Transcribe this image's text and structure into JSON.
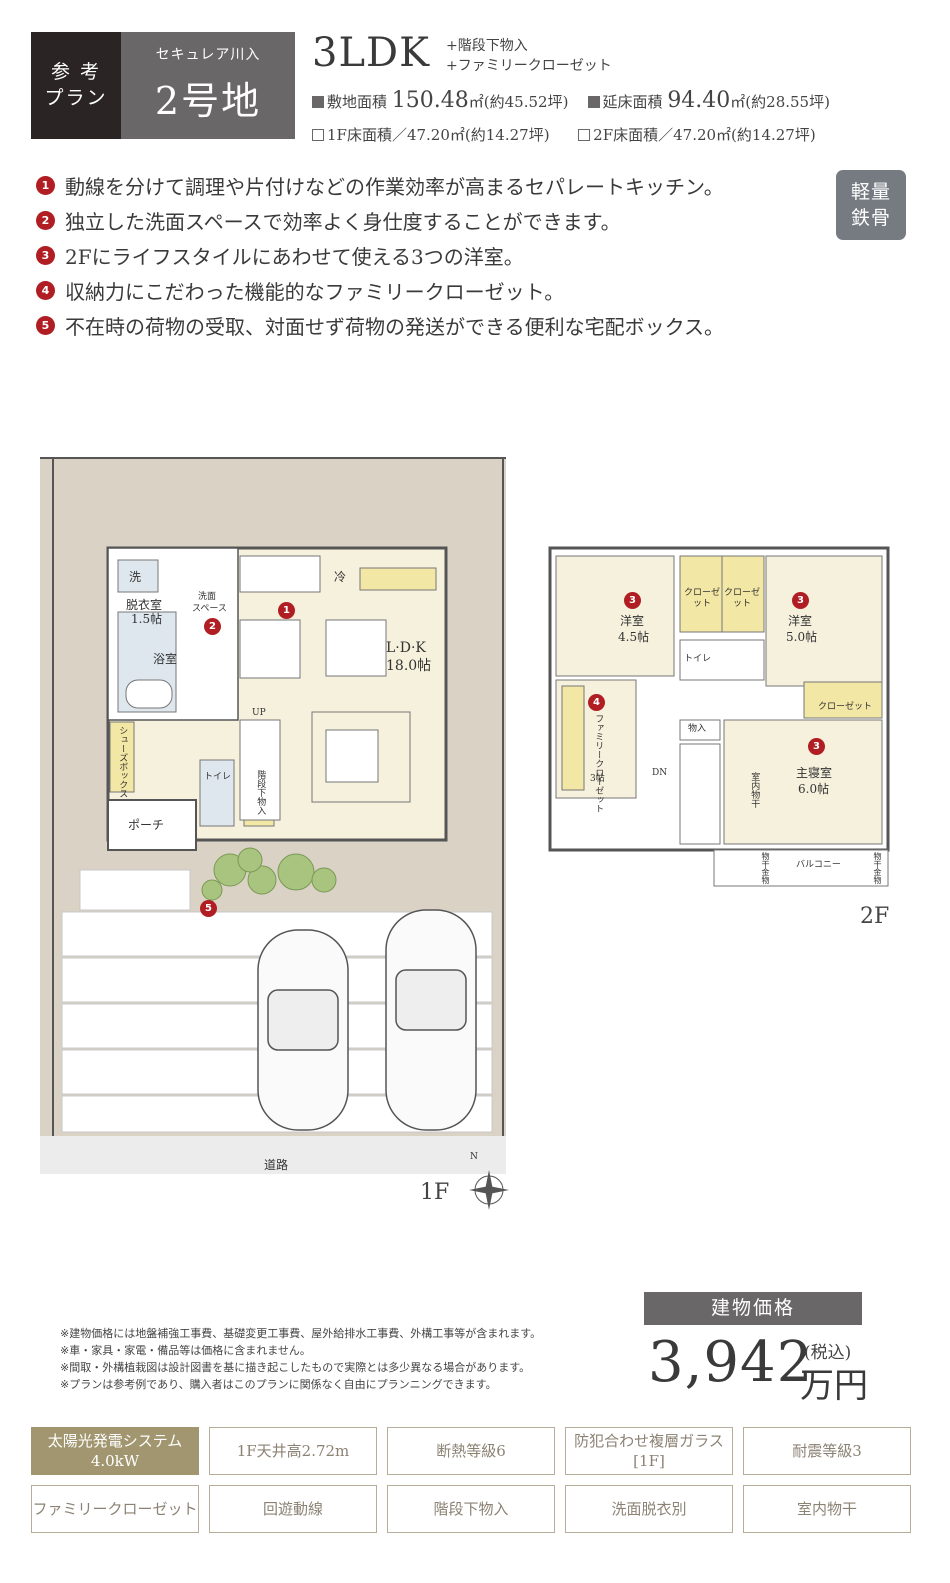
{
  "header": {
    "ref_label_line1": "参 考",
    "ref_label_line2": "プラン",
    "series": "セキュレア川入",
    "lot": "2号地",
    "plan_type": "3LDK",
    "plan_extras": [
      "+階段下物入",
      "+ファミリークローゼット"
    ],
    "site_area_label": "敷地面積",
    "site_area_value": "150.48",
    "site_area_unit": "㎡(約45.52坪)",
    "floor_area_label": "延床面積",
    "floor_area_value": "94.40",
    "floor_area_unit": "㎡(約28.55坪)",
    "floor1_area": "1F床面積／47.20㎡(約14.27坪)",
    "floor2_area": "2F床面積／47.20㎡(約14.27坪)"
  },
  "badge": {
    "line1": "軽量",
    "line2": "鉄骨"
  },
  "features": [
    {
      "num": "1",
      "text": "動線を分けて調理や片付けなどの作業効率が高まるセパレートキッチン。"
    },
    {
      "num": "2",
      "text": "独立した洗面スペースで効率よく身仕度することができます。"
    },
    {
      "num": "3",
      "text": "2Fにライフスタイルにあわせて使える3つの洋室。"
    },
    {
      "num": "4",
      "text": "収納力にこだわった機能的なファミリークローゼット。"
    },
    {
      "num": "5",
      "text": "不在時の荷物の受取、対面せず荷物の発送ができる便利な宅配ボックス。"
    }
  ],
  "plan1f": {
    "floor_label": "1F",
    "road": "道路",
    "north": "N",
    "rooms": {
      "wash_machine": "洗",
      "dressing": "脱衣室",
      "dressing_size": "1.5帖",
      "washroom_line1": "洗面",
      "washroom_line2": "スペース",
      "bath": "浴室",
      "fridge": "冷",
      "ldk": "L·D·K",
      "ldk_size": "18.0帖",
      "up": "UP",
      "shoes": "シューズボックス",
      "toilet": "トイレ",
      "under_stairs": "階段下物入",
      "porch": "ポーチ"
    },
    "marks": [
      "1",
      "2",
      "5"
    ]
  },
  "plan2f": {
    "floor_label": "2F",
    "rooms": {
      "western1": "洋室",
      "western1_size": "4.5帖",
      "closet_a": "クローゼット",
      "closet_b": "クローゼット",
      "western2": "洋室",
      "western2_size": "5.0帖",
      "toilet": "トイレ",
      "family_closet": "ファミリークローゼット",
      "family_closet_size": "3帖",
      "storage": "物入",
      "dn": "DN",
      "closet_c": "クローゼット",
      "master": "主寝室",
      "master_size": "6.0帖",
      "indoor_dry": "室内物干",
      "balcony": "バルコニー",
      "dry_left": "物干金物",
      "dry_right": "物干金物"
    },
    "marks": [
      "3",
      "3",
      "4",
      "3"
    ]
  },
  "notes": [
    "※建物価格には地盤補強工事費、基礎変更工事費、屋外給排水工事費、外構工事等が含まれます。",
    "※車・家具・家電・備品等は価格に含まれません。",
    "※間取・外構植栽図は設計図書を基に描き起こしたもので実際とは多少異なる場合があります。",
    "※プランは参考例であり、購入者はこのプランに関係なく自由にプランニングできます。"
  ],
  "price": {
    "label": "建物価格",
    "value": "3,942",
    "tax": "(税込)",
    "unit": "万円"
  },
  "tags": [
    {
      "line1": "太陽光発電システム",
      "line2": "4.0kW",
      "active": true
    },
    {
      "line1": "1F天井高2.72m",
      "line2": "",
      "active": false
    },
    {
      "line1": "断熱等級6",
      "line2": "",
      "active": false
    },
    {
      "line1": "防犯合わせ複層ガラス",
      "line2": "[1F]",
      "active": false
    },
    {
      "line1": "耐震等級3",
      "line2": "",
      "active": false
    },
    {
      "line1": "ファミリークローゼット",
      "line2": "",
      "active": false
    },
    {
      "line1": "回遊動線",
      "line2": "",
      "active": false
    },
    {
      "line1": "階段下物入",
      "line2": "",
      "active": false
    },
    {
      "line1": "洗面脱衣別",
      "line2": "",
      "active": false
    },
    {
      "line1": "室内物干",
      "line2": "",
      "active": false
    }
  ],
  "colors": {
    "accent_red": "#b01e23",
    "dark": "#2b2424",
    "gray": "#6a6768",
    "gold": "#a1966f",
    "site": "#d9d2c5",
    "room": "#f6f1dc",
    "closet": "#f2e7a4"
  }
}
